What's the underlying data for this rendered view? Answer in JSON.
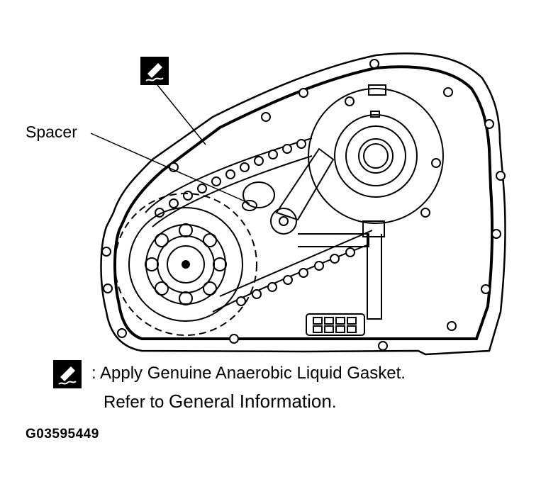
{
  "callout": {
    "spacer_label": "Spacer"
  },
  "legend": {
    "line1": ": Apply Genuine Anaerobic Liquid Gasket.",
    "line2_prefix": "Refer to ",
    "line2_link": "General Information",
    "line2_suffix": "."
  },
  "figure_id": "G03595449",
  "icons": {
    "sealant": "liquid-gasket-icon"
  },
  "colors": {
    "ink": "#000000",
    "paper": "#ffffff"
  }
}
